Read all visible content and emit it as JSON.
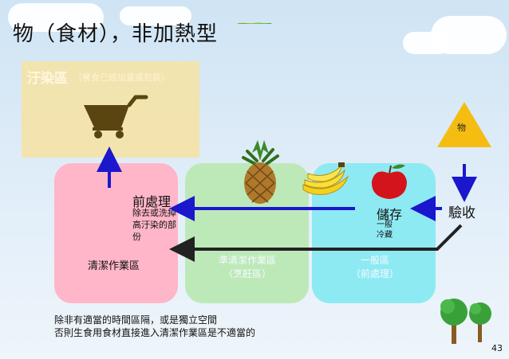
{
  "slide": {
    "title": "物（食材），非加熱型",
    "contamination_zone": {
      "title": "汙染區",
      "subtitle": "（餐食已經加蓋或包裝）"
    },
    "clean_zone": {
      "label": "清潔作業區"
    },
    "semi_clean_zone": {
      "line1": "準清潔作業區",
      "line2": "（烹飪區）"
    },
    "general_zone": {
      "line1": "一般區",
      "line2": "（前處理）"
    },
    "prep": {
      "title": "前處理",
      "desc_lines": [
        "除去或洗掉",
        "高汙染的部",
        "份"
      ]
    },
    "storage": {
      "title": "儲存",
      "lines": [
        "一般",
        "冷藏"
      ]
    },
    "inspect": {
      "label": "驗收"
    },
    "goods": {
      "label": "物"
    },
    "note_lines": [
      "除非有適當的時間區隔，或是獨立空間",
      "否則生食用食材直接進入清潔作業區是不適當的"
    ],
    "page_number": "43"
  },
  "colors": {
    "contamination": "#f5e3a6",
    "clean": "#ffb6c8",
    "semi_clean": "#bde9b8",
    "general": "#8eeaf2",
    "arrow": "#1a17cc",
    "triangle": "#f5bd12",
    "cart": "#5a4510"
  },
  "icons": [
    "shopping-cart-icon",
    "pineapple-icon",
    "banana-icon",
    "apple-icon",
    "tree-icon"
  ]
}
